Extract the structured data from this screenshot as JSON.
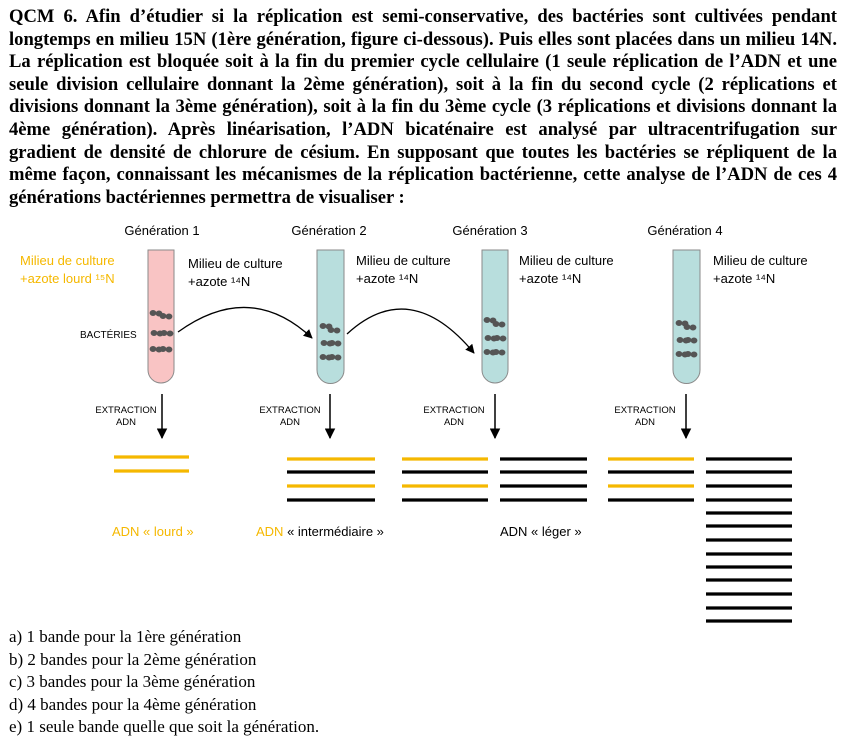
{
  "question": {
    "label": "QCM 6.",
    "text": "Afin d’étudier si la réplication est semi-conservative, des bactéries sont cultivées pendant longtemps en milieu 15N (1ère génération, figure ci-dessous). Puis elles sont placées dans un milieu 14N. La réplication est bloquée soit à la fin du premier cycle cellulaire (1 seule réplication de l’ADN et une seule division cellulaire donnant la 2ème génération), soit à la fin du second cycle (2 réplications et divisions donnant la 3ème génération), soit à la fin du 3ème cycle (3 réplications et divisions donnant la 4ème génération). Après linéarisation, l’ADN bicaténaire est analysé par ultracentrifugation sur gradient de densité de chlorure de césium. En supposant que toutes les bactéries se répliquent de la même façon, connaissant les mécanismes de la réplication bactérienne, cette analyse de l’ADN de ces 4 générations bactériennes permettra de visualiser :"
  },
  "figure": {
    "colors": {
      "heavy": "#f5b800",
      "light": "#000000",
      "tube_heavy": "#f9c4c4",
      "tube_light": "#b8dedd",
      "bacteria": "#555555"
    },
    "generations": [
      {
        "title": "Génération 1",
        "medium_line1": "Milieu de culture",
        "medium_line2": "+azote lourd ¹⁵N",
        "extraction_line1": "EXTRACTION",
        "extraction_line2": "ADN"
      },
      {
        "title": "Génération 2",
        "medium_line1": "Milieu de culture",
        "medium_line2": "+azote ¹⁴N",
        "extraction_line1": "EXTRACTION",
        "extraction_line2": "ADN"
      },
      {
        "title": "Génération 3",
        "medium_line1": "Milieu de culture",
        "medium_line2": "+azote ¹⁴N",
        "extraction_line1": "EXTRACTION",
        "extraction_line2": "ADN"
      },
      {
        "title": "Génération 4",
        "medium_line1": "Milieu de culture",
        "medium_line2": "+azote ¹⁴N",
        "extraction_line1": "EXTRACTION",
        "extraction_line2": "ADN"
      }
    ],
    "medium_between_1_2_line1": "Milieu de culture",
    "medium_between_1_2_line2": "+azote ¹⁴N",
    "bacteria_label": "BACTÉRIES",
    "legend": {
      "heavy": "ADN « lourd »",
      "intermediate_prefix": "ADN",
      "intermediate_suffix": " « intermédiaire »",
      "light": "ADN « léger »"
    }
  },
  "options": [
    "a) 1 bande pour la 1ère génération",
    "b) 2 bandes pour la 2ème génération",
    "c) 3 bandes pour la 3ème génération",
    "d) 4 bandes pour la 4ème génération",
    "e) 1 seule bande quelle que soit la génération."
  ]
}
